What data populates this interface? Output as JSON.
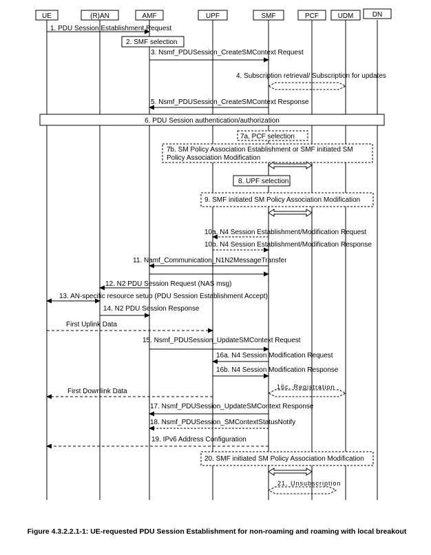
{
  "entities": [
    "UE",
    "(R)AN",
    "AMF",
    "UPF",
    "SMF",
    "PCF",
    "UDM",
    "DN"
  ],
  "steps": {
    "s1": "1. PDU Session Establishment Request",
    "s2": "2. SMF selection",
    "s3": "3. Nsmf_PDUSession_CreateSMContext Request",
    "s4": "4. Subscription retrieval/ Subscription for updates",
    "s5": "5. Nsmf_PDUSession_CreateSMContext Response",
    "s6": "6. PDU Session authentication/authorization",
    "s7a": "7a. PCF selection",
    "s7b_line1": "7b. SM Policy Association Establishment or SMF initiated SM",
    "s7b_line2": "Policy Association Modification",
    "s8": "8. UPF selection",
    "s9": "9. SMF initiated SM Policy Association Modification",
    "s10a": "10a. N4 Session Establishment/Modification Request",
    "s10b": "10b. N4 Session Establishment/Modification Response",
    "s11": "11. Namf_Communication_N1N2MessageTransfer",
    "s12": "12. N2 PDU Session Request (NAS msg)",
    "s13": "13. AN-specific resource setup (PDU Session Establishment Accept)",
    "s14": "14. N2 PDU Session Response",
    "first_uplink": "First Uplink Data",
    "s15": "15. Nsmf_PDUSession_UpdateSMContext Request",
    "s16a": "16a. N4 Session Modification Request",
    "s16b": "16b. N4 Session Modification Response",
    "s16c": "16c. Registration",
    "first_downlink": "First Downlink Data",
    "s17": "17. Nsmf_PDUSession_UpdateSMContext Response",
    "s18": "18. Nsmf_PDUSession_SMContextStatusNotify",
    "s19": "19. IPv6 Address Configuration",
    "s20": "20. SMF initiated SM Policy Association Modification",
    "s21": "21. Unsubscription"
  },
  "caption": "Figure 4.3.2.2.1-1: UE-requested PDU Session Establishment for non-roaming and roaming with local breakout"
}
